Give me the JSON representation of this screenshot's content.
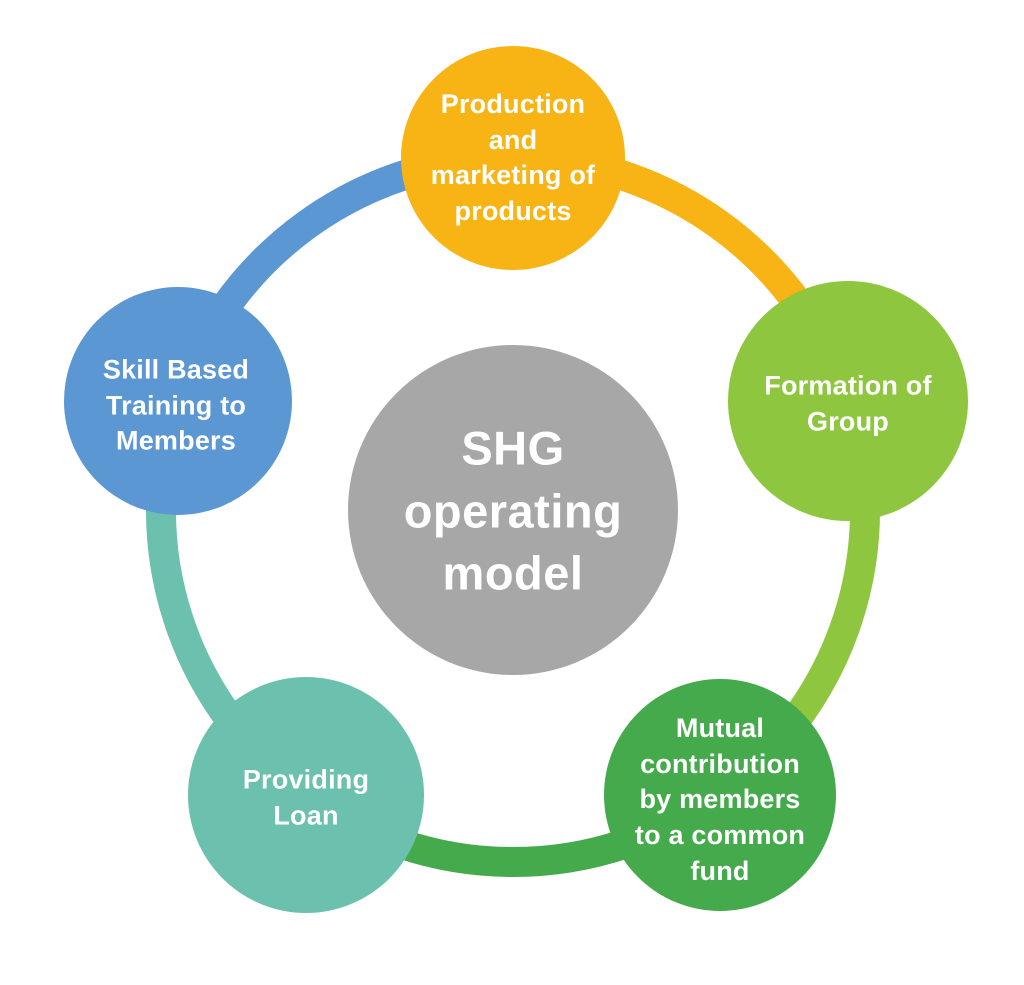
{
  "diagram": {
    "title": "SHG operating model",
    "background_color": "#ffffff",
    "text_color": "#ffffff",
    "center": {
      "label": "SHG\noperating\nmodel",
      "color": "#a7a7a7"
    },
    "nodes": [
      {
        "id": "production-marketing",
        "label": "Production\nand\nmarketing of\nproducts",
        "color": "#f8b414",
        "position": "top"
      },
      {
        "id": "formation-of-group",
        "label": "Formation of\nGroup",
        "color": "#8ec63f",
        "position": "right"
      },
      {
        "id": "mutual-contribution",
        "label": "Mutual\ncontribution\nby members\nto a common\nfund",
        "color": "#44aa4c",
        "position": "bottom-right"
      },
      {
        "id": "providing-loan",
        "label": "Providing\nLoan",
        "color": "#6cc1ae",
        "position": "bottom-left"
      },
      {
        "id": "skill-based-training",
        "label": "Skill Based\nTraining to\nMembers",
        "color": "#5b97d3",
        "position": "left"
      }
    ],
    "connectors": [
      {
        "from": "production-marketing",
        "to": "formation-of-group",
        "color": "#f8b414"
      },
      {
        "from": "formation-of-group",
        "to": "mutual-contribution",
        "color": "#8ec63f"
      },
      {
        "from": "mutual-contribution",
        "to": "providing-loan",
        "color": "#44aa4c"
      },
      {
        "from": "providing-loan",
        "to": "skill-based-training",
        "color": "#6cc1ae"
      },
      {
        "from": "skill-based-training",
        "to": "production-marketing",
        "color": "#5b97d3"
      }
    ]
  }
}
